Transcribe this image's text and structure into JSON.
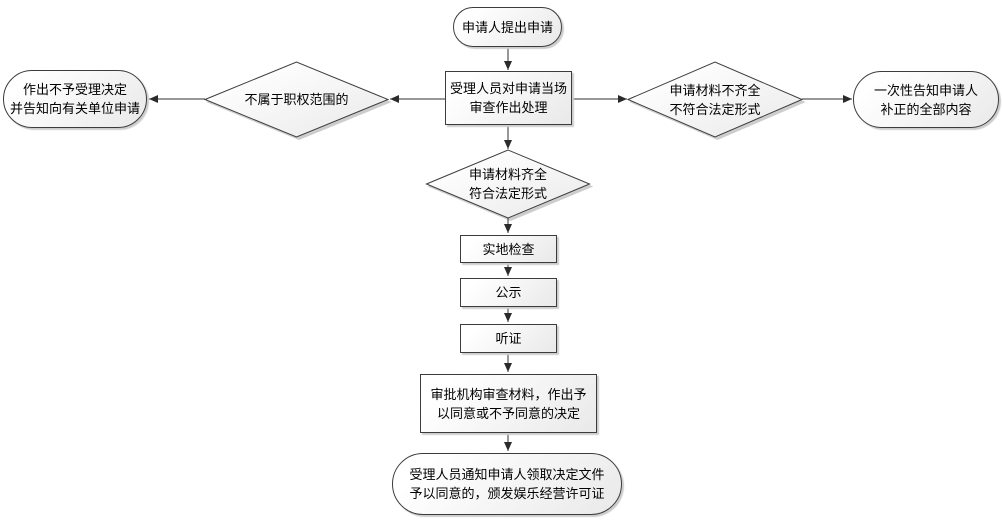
{
  "diagram": {
    "title": "entertainment-business-license-approval-flowchart",
    "colors": {
      "background": "#ffffff",
      "shape_border": "#3c3c3c",
      "shape_fill_start": "#ffffff",
      "shape_fill_end": "#e9e9e9",
      "shape_shadow": "#cccccc",
      "connector": "#303030",
      "text": "#000000"
    },
    "nodes": {
      "start": {
        "type": "terminator",
        "label": "申请人提出申请"
      },
      "review": {
        "type": "process",
        "line1": "受理人员对申请当场",
        "line2": "审查作出处理"
      },
      "not_in_authority": {
        "type": "decision",
        "label": "不属于职权范围的"
      },
      "reject_notice": {
        "type": "terminator",
        "line1": "作出不予受理决定",
        "line2": "并告知向有关单位申请"
      },
      "materials_incomplete": {
        "type": "decision",
        "line1": "申请材料不齐全",
        "line2": "不符合法定形式"
      },
      "onetime_notice": {
        "type": "terminator",
        "line1": "一次性告知申请人",
        "line2": "补正的全部内容"
      },
      "materials_complete": {
        "type": "decision",
        "line1": "申请材料齐全",
        "line2": "符合法定形式"
      },
      "site_inspection": {
        "type": "process",
        "label": "实地检查"
      },
      "publicity": {
        "type": "process",
        "label": "公示"
      },
      "hearing": {
        "type": "process",
        "label": "听证"
      },
      "approval_decision": {
        "type": "process",
        "line1": "审批机构审查材料，作出予",
        "line2": "以同意或不予同意的决定"
      },
      "final_notice": {
        "type": "terminator",
        "line1": "受理人员通知申请人领取决定文件",
        "line2": "予以同意的，颁发娱乐经营许可证"
      }
    },
    "edges": [
      "start -> review",
      "review -> not_in_authority",
      "not_in_authority -> reject_notice",
      "review -> materials_incomplete",
      "materials_incomplete -> onetime_notice",
      "review -> materials_complete",
      "materials_complete -> site_inspection",
      "site_inspection -> publicity",
      "publicity -> hearing",
      "hearing -> approval_decision",
      "approval_decision -> final_notice"
    ]
  }
}
